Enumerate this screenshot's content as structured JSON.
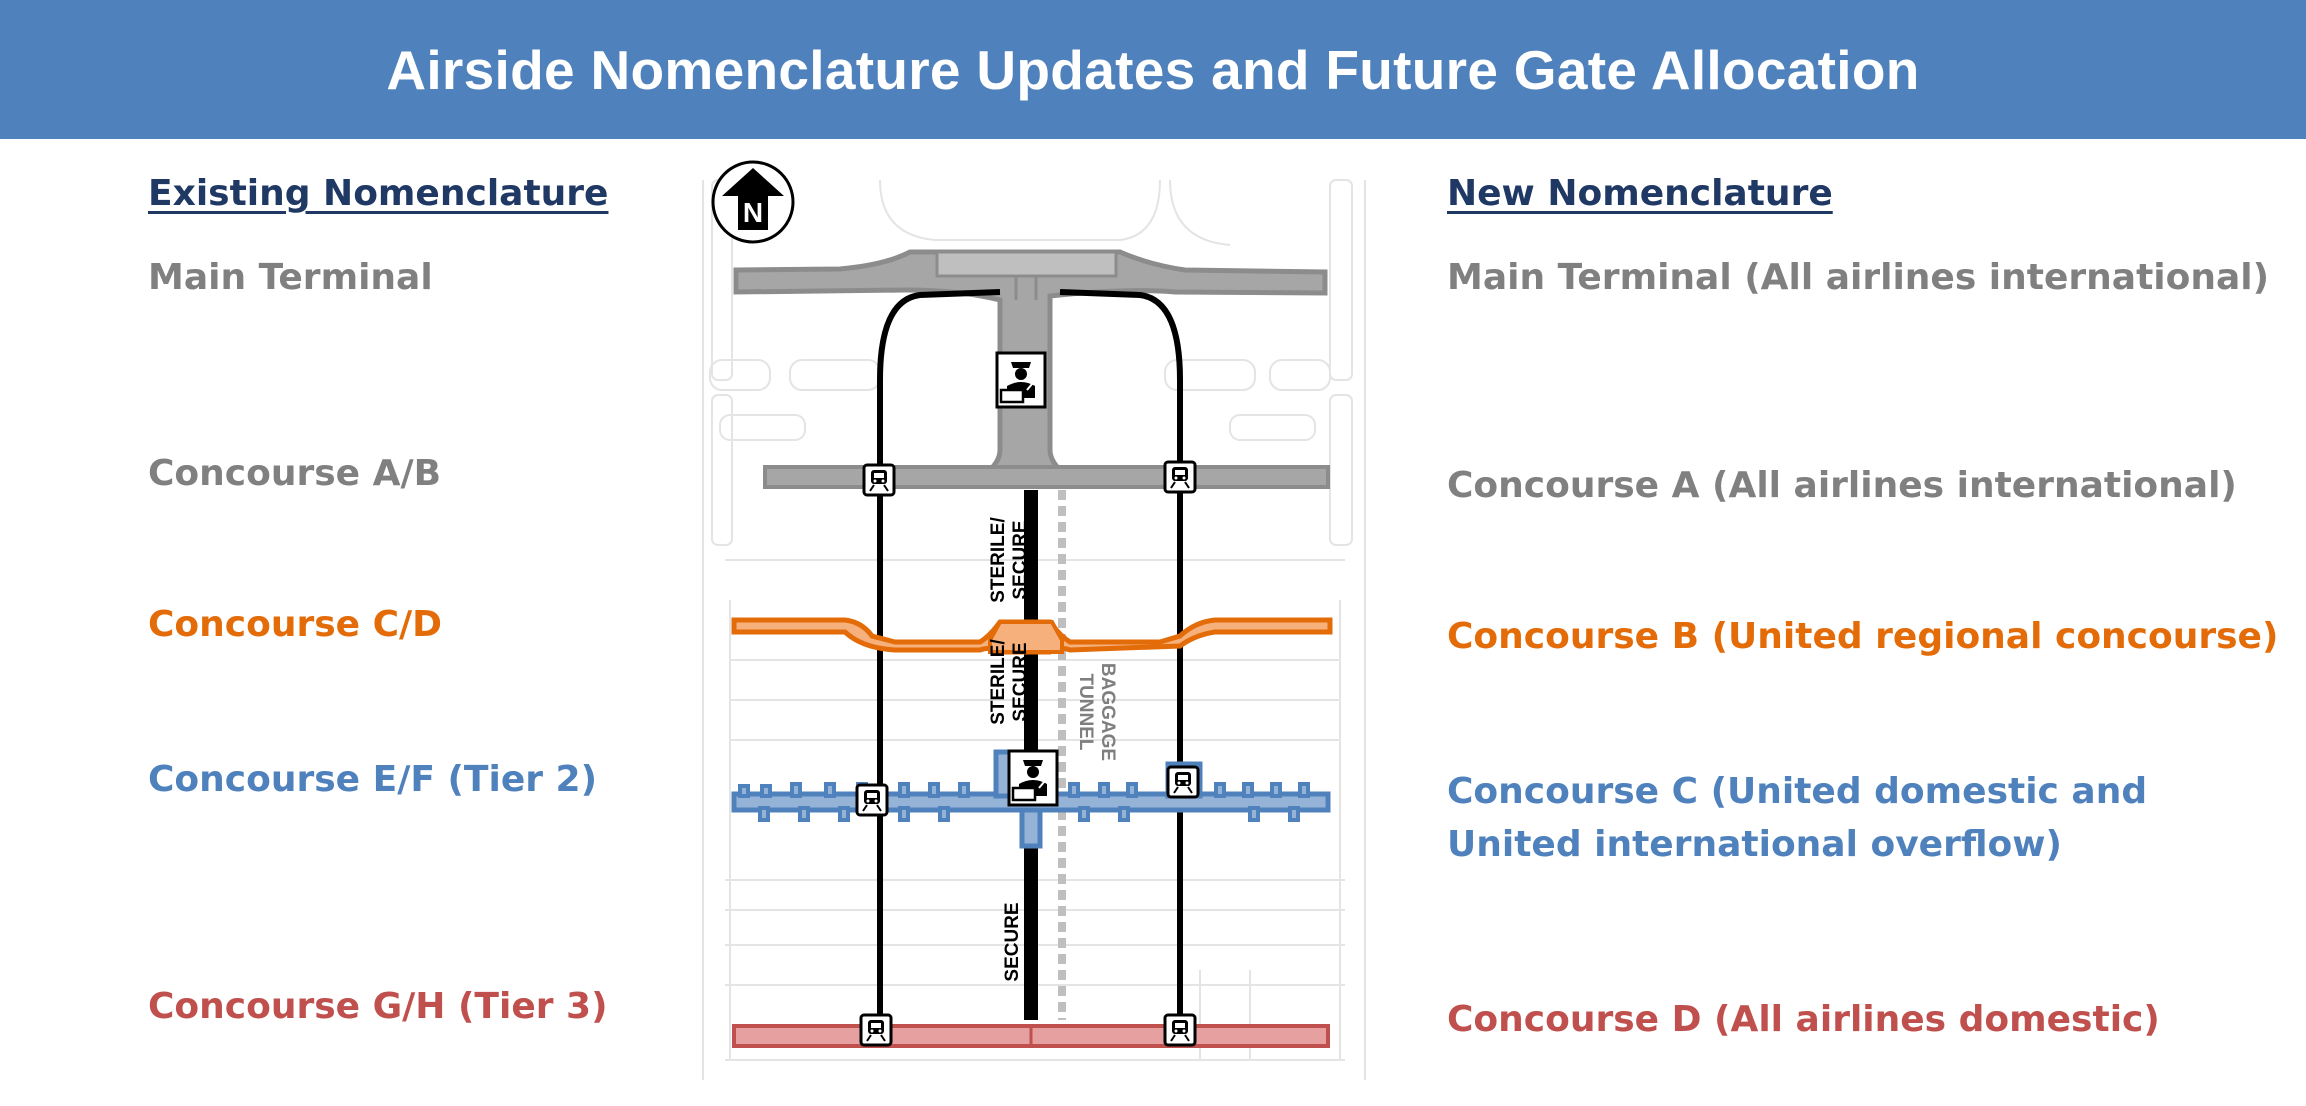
{
  "title": "Airside Nomenclature Updates and Future Gate Allocation",
  "existing": {
    "header": "Existing Nomenclature",
    "items": [
      "Main Terminal",
      "Concourse A/B",
      "Concourse C/D",
      "Concourse E/F (Tier 2)",
      "Concourse G/H (Tier 3)"
    ]
  },
  "new": {
    "header": "New Nomenclature",
    "items": [
      "Main Terminal (All airlines international)",
      "Concourse A (All airlines international)",
      "Concourse B (United regional concourse)",
      "Concourse C (United domestic and",
      "United international overflow)",
      "Concourse D (All airlines domestic)"
    ]
  },
  "map": {
    "north": "N",
    "sterile_secure": "STERILE/\nSECURE",
    "secure": "SECURE",
    "baggage_tunnel": "BAGGAGE\nTUNNEL"
  },
  "colors": {
    "banner": "#4F81BD",
    "header_text": "#1F3864",
    "main_terminal": "#808080",
    "concourse_a": "#808080",
    "concourse_b": "#E36C09",
    "concourse_c": "#4F81BD",
    "concourse_d": "#C0504D"
  }
}
